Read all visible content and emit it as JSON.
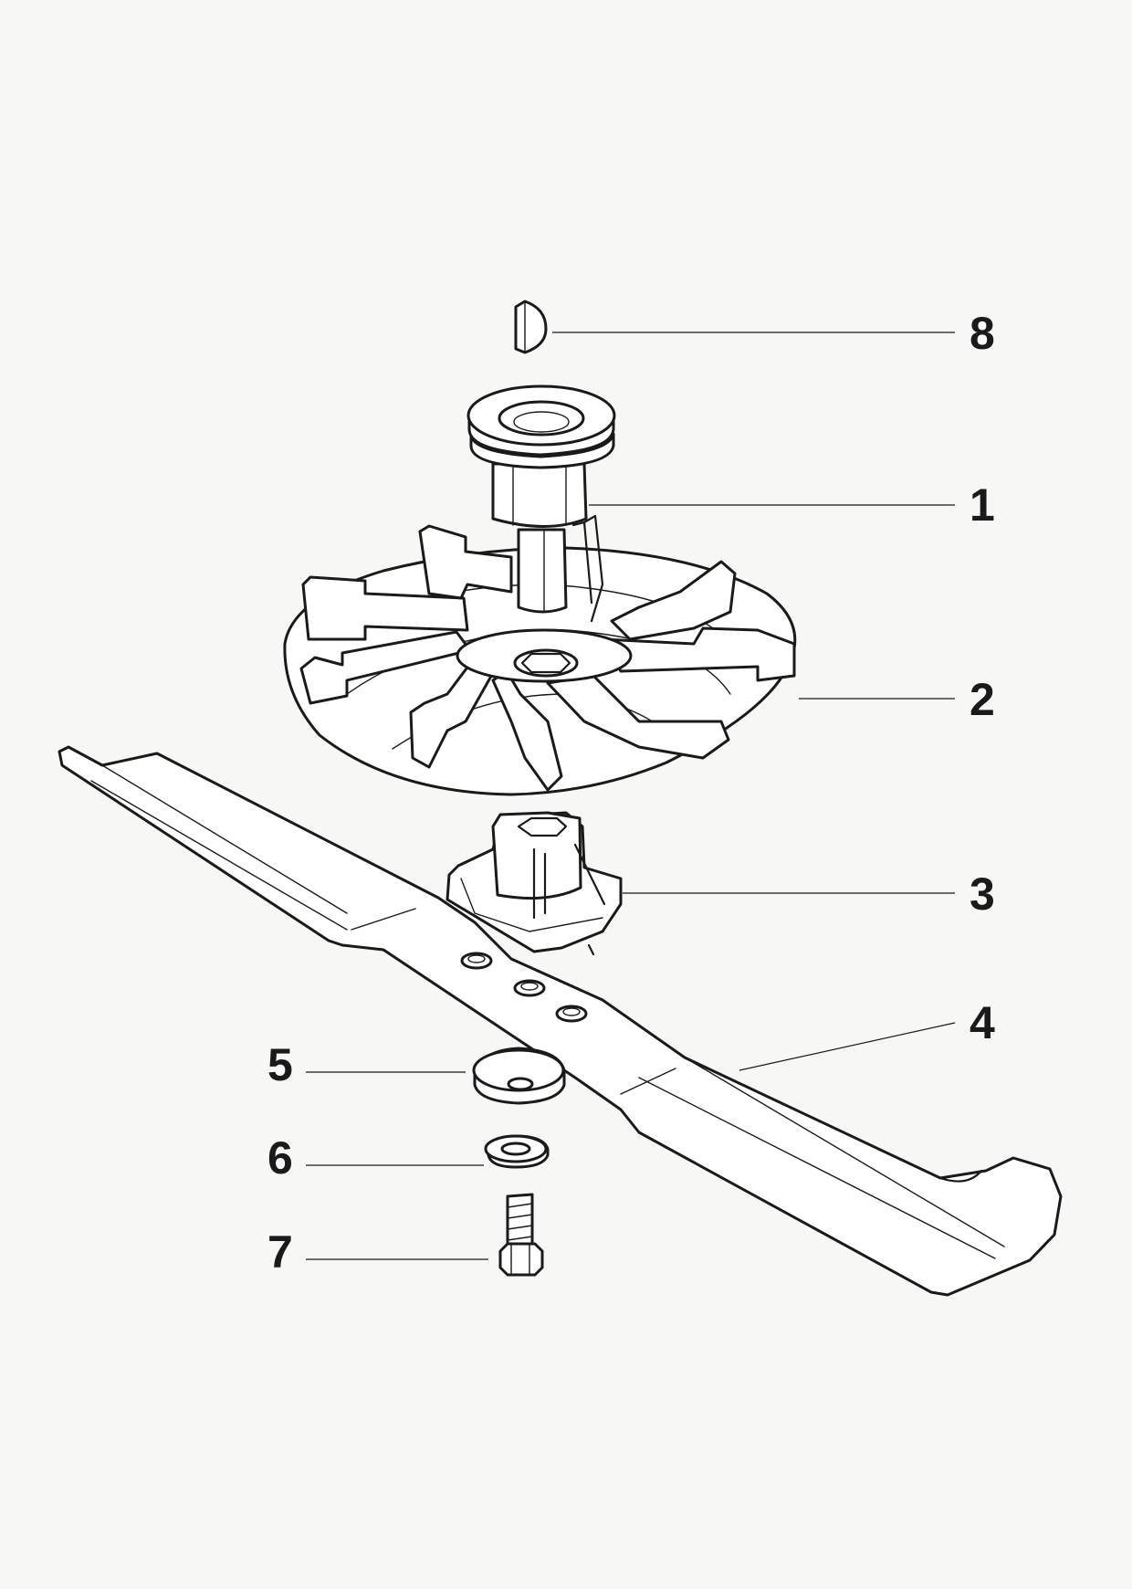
{
  "callouts": [
    {
      "id": "8",
      "part": "woodruff-key"
    },
    {
      "id": "1",
      "part": "blade-adapter-spindle"
    },
    {
      "id": "2",
      "part": "fan-impeller"
    },
    {
      "id": "3",
      "part": "blade-hub"
    },
    {
      "id": "4",
      "part": "cutting-blade"
    },
    {
      "id": "5",
      "part": "blade-washer"
    },
    {
      "id": "6",
      "part": "lock-washer"
    },
    {
      "id": "7",
      "part": "hex-bolt"
    }
  ],
  "colors": {
    "background": "#f7f7f5",
    "line": "#1a1a1a",
    "fill": "#ffffff"
  }
}
